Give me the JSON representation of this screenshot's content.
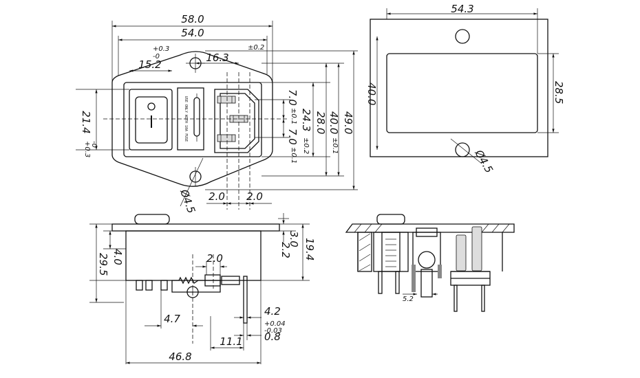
{
  "top_view": {
    "d_58_0": "58.0",
    "d_54_0": "54.0",
    "d_15_2": "15.2",
    "tol_15_2_plus": "+0.3",
    "tol_15_2_minus": "-0",
    "d_16_3": "16.3",
    "tol_16_3": "±0.2",
    "d_21_4": "21.4",
    "tol_21_4_plus": "+0.3",
    "tol_21_4_minus": "-0",
    "d_7_0_a": "7.0",
    "tol_7_0_a": "±0.1",
    "d_7_0_b": "7.0",
    "tol_7_0_b": "±0.1",
    "d_24_3": "24.3",
    "tol_24_3": "±0.2",
    "d_28_0": "28.0",
    "d_40_0": "40.0",
    "tol_40_0": "±0.1",
    "d_49_0": "49.0",
    "d_2_0_a": "2.0",
    "d_2_0_b": "2.0",
    "d_hole": "Ø4.5",
    "switch_on": "—",
    "switch_off": "O",
    "fuse_label": "USE ONLY WITH 10A FUSE"
  },
  "cutout_view": {
    "d_54_3": "54.3",
    "d_40_0": "40.0",
    "d_28_5": "28.5",
    "d_hole": "Ø4.5"
  },
  "side_view": {
    "d_4_0": "4.0",
    "d_29_5": "29.5",
    "d_2_0": "2.0",
    "d_3_0": "3.0",
    "d_2_2": "2.2",
    "d_19_4": "19.4",
    "d_4_7": "4.7",
    "d_4_2": "4.2",
    "tol_plus": "+0.04",
    "tol_minus": "-0.03",
    "d_11_1": "11.1",
    "d_0_8": "0.8",
    "d_46_8": "46.8"
  },
  "section_view": {
    "d_5_2": "5.2"
  }
}
